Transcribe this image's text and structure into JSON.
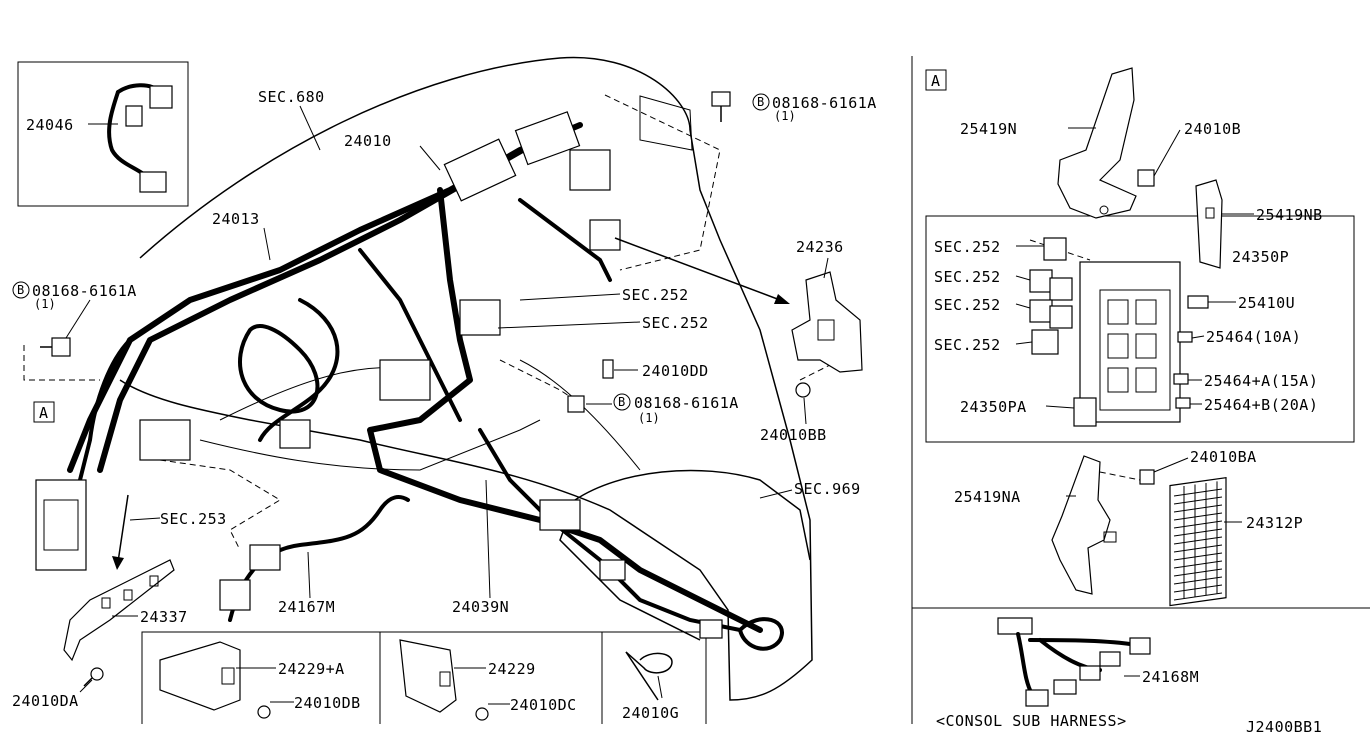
{
  "diagram_id": "J2400BB1",
  "consol_caption": "<CONSOL SUB HARNESS>",
  "callouts": {
    "p24046": "24046",
    "sec680": "SEC.680",
    "p24010": "24010",
    "bolt_top": "08168-6161A",
    "bolt_top_qty": "(1)",
    "p24013": "24013",
    "bolt_left": "08168-6161A",
    "bolt_left_qty": "(1)",
    "sec252_a": "SEC.252",
    "sec252_b": "SEC.252",
    "p24010dd": "24010DD",
    "bolt_mid": "08168-6161A",
    "bolt_mid_qty": "(1)",
    "p24236": "24236",
    "p24010bb": "24010BB",
    "sec969": "SEC.969",
    "sec253": "SEC.253",
    "p24337": "24337",
    "p24010da": "24010DA",
    "p24167m": "24167M",
    "p24039n": "24039N",
    "p24229a": "24229+A",
    "p24010db": "24010DB",
    "p24229": "24229",
    "p24010dc": "24010DC",
    "p24010g": "24010G",
    "view_a_left": "A"
  },
  "detail_a": {
    "tag": "A",
    "p25419n": "25419N",
    "p24010b": "24010B",
    "p25419nb": "25419NB",
    "p24350p": "24350P",
    "sec252_1": "SEC.252",
    "sec252_2": "SEC.252",
    "sec252_3": "SEC.252",
    "sec252_4": "SEC.252",
    "p25410u": "25410U",
    "p25464_10": "25464(10A)",
    "p25464a_15": "25464+A(15A)",
    "p25464b_20": "25464+B(20A)",
    "p24350pa": "24350PA",
    "p24010ba": "24010BA",
    "p25419na": "25419NA",
    "p24312p": "24312P",
    "p24168m": "24168M"
  },
  "bolt_symbol": "B"
}
